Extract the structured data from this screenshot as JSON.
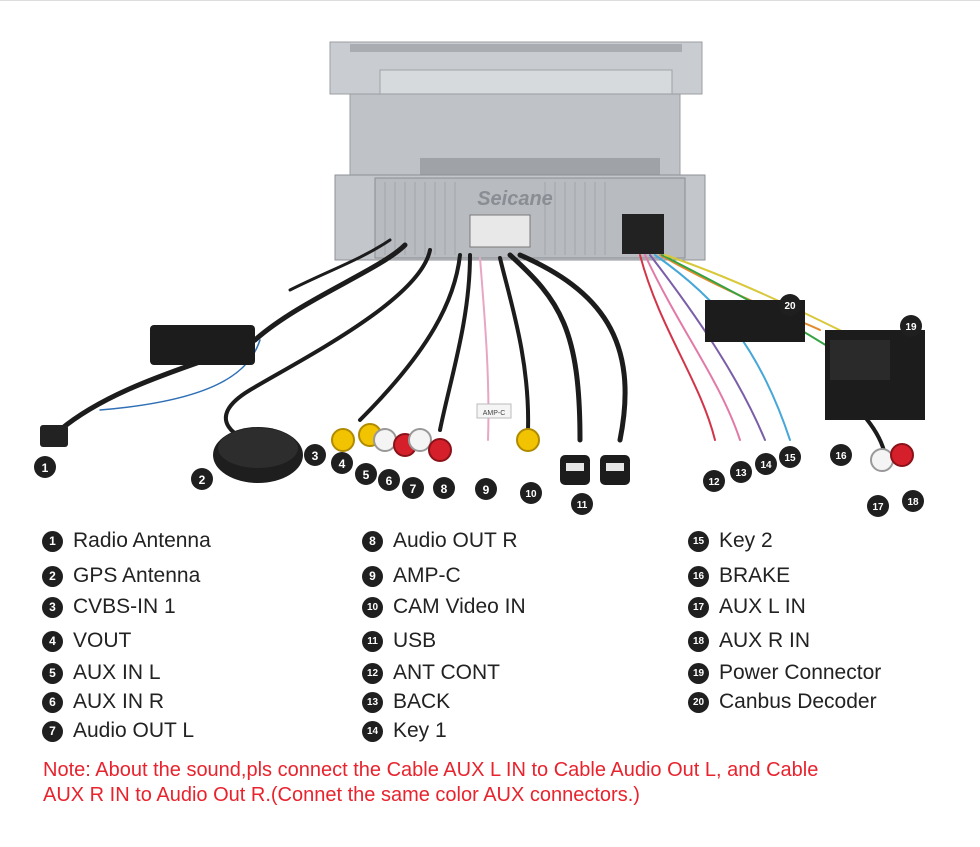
{
  "brand": "Seicane",
  "callouts": [
    "1",
    "2",
    "3",
    "4",
    "5",
    "6",
    "7",
    "8",
    "9",
    "10",
    "11",
    "12",
    "13",
    "14",
    "15",
    "16",
    "17",
    "18",
    "19",
    "20"
  ],
  "cable_tags": {
    "amp": "AMP-C"
  },
  "legend": {
    "col1": [
      {
        "num": "1",
        "label": "Radio Antenna"
      },
      {
        "num": "2",
        "label": "GPS Antenna"
      },
      {
        "num": "3",
        "label": "CVBS-IN 1"
      },
      {
        "num": "4",
        "label": "VOUT"
      },
      {
        "num": "5",
        "label": "AUX IN L"
      },
      {
        "num": "6",
        "label": "AUX IN R"
      },
      {
        "num": "7",
        "label": "Audio OUT L"
      }
    ],
    "col2": [
      {
        "num": "8",
        "label": "Audio OUT R"
      },
      {
        "num": "9",
        "label": "AMP-C"
      },
      {
        "num": "10",
        "label": "CAM Video IN"
      },
      {
        "num": "11",
        "label": "USB"
      },
      {
        "num": "12",
        "label": "ANT CONT"
      },
      {
        "num": "13",
        "label": "BACK"
      },
      {
        "num": "14",
        "label": "Key 1"
      }
    ],
    "col3": [
      {
        "num": "15",
        "label": "Key 2"
      },
      {
        "num": "16",
        "label": "BRAKE"
      },
      {
        "num": "17",
        "label": "AUX L IN"
      },
      {
        "num": "18",
        "label": "AUX R IN"
      },
      {
        "num": "19",
        "label": "Power Connector"
      },
      {
        "num": "20",
        "label": "Canbus Decoder"
      }
    ]
  },
  "note": {
    "line1": "Note: About the sound,pls connect the Cable AUX L IN to Cable Audio Out L, and Cable",
    "line2": "AUX R IN to  Audio Out R.(Connet the same color AUX connectors.)"
  }
}
